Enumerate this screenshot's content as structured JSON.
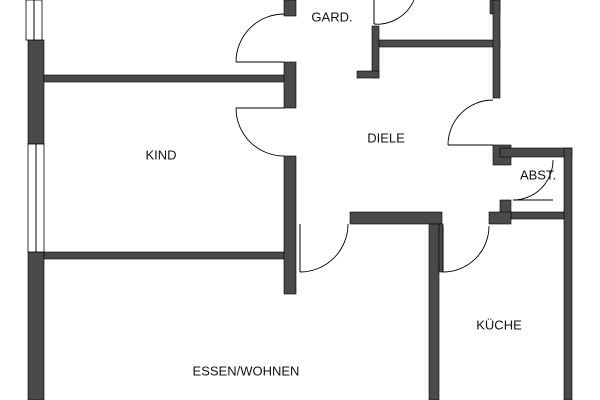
{
  "rooms": {
    "gard": "GARD.",
    "kind": "KIND",
    "diele": "DIELE",
    "abst": "ABST.",
    "kueche": "KÜCHE",
    "essen_wohnen": "ESSEN/WOHNEN"
  },
  "colors": {
    "wall": "#4a4a4a",
    "line": "#000000",
    "background": "#ffffff"
  }
}
